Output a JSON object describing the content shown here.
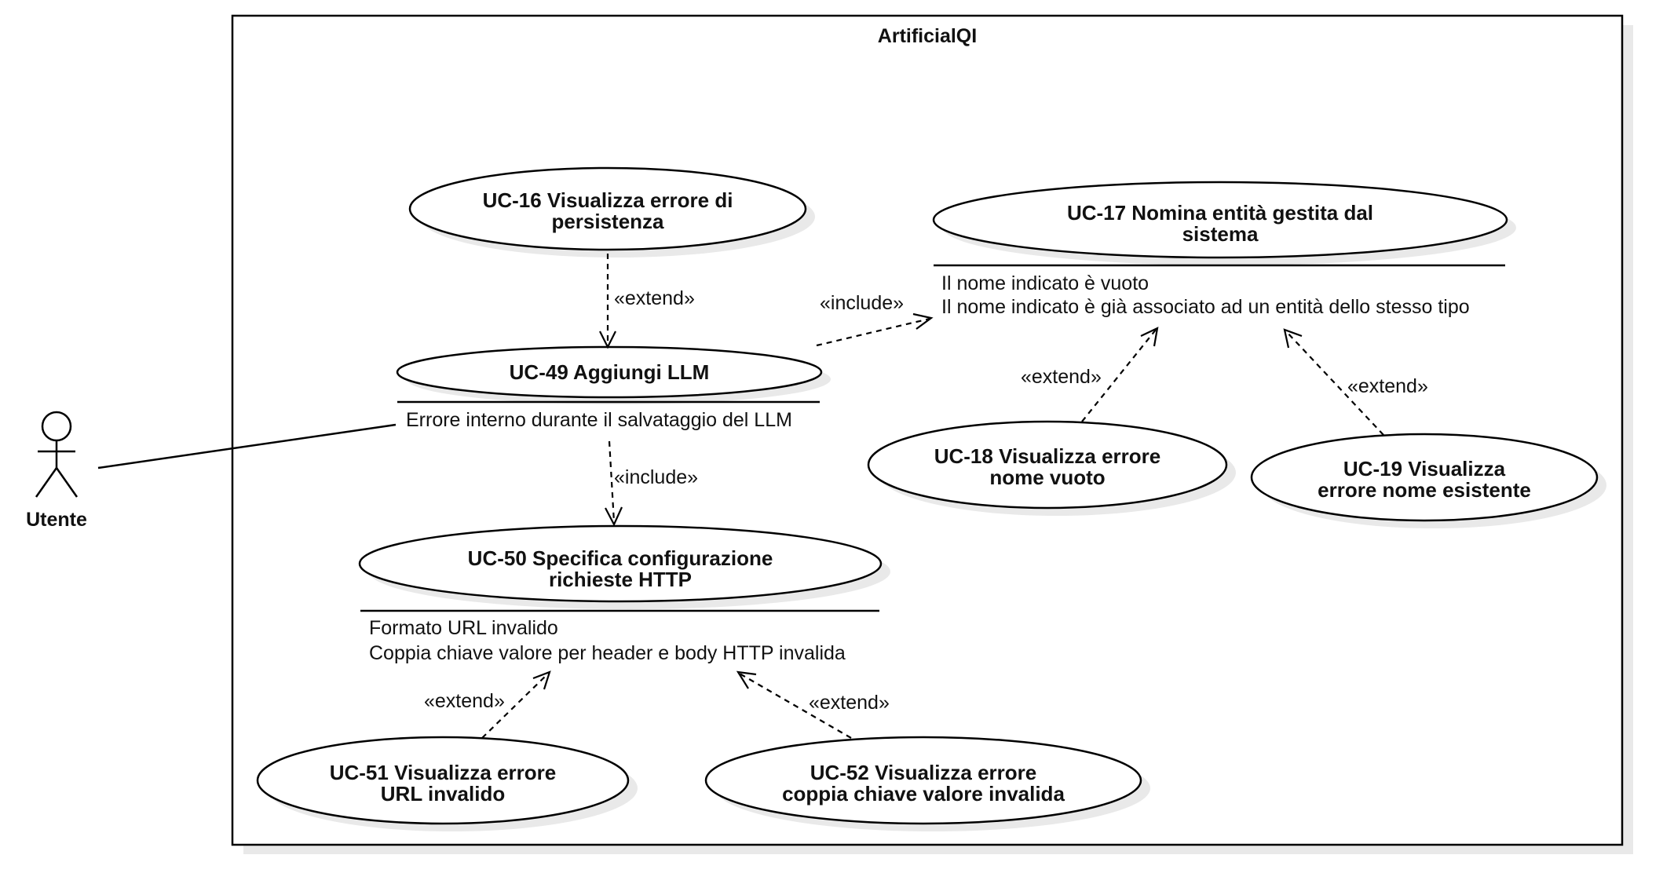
{
  "system": {
    "title": "ArtificialQI"
  },
  "actor": {
    "label": "Utente"
  },
  "use_cases": {
    "uc16": {
      "line1": "UC-16 Visualizza errore di",
      "line2": "persistenza"
    },
    "uc17": {
      "line1": "UC-17 Nomina entità gestita dal",
      "line2": "sistema",
      "ext1": "Il nome indicato è vuoto",
      "ext2": "Il nome indicato è già associato ad un entità dello stesso tipo"
    },
    "uc18": {
      "line1": "UC-18 Visualizza errore",
      "line2": "nome vuoto"
    },
    "uc19": {
      "line1": "UC-19 Visualizza",
      "line2": "errore nome esistente"
    },
    "uc49": {
      "line1": "UC-49 Aggiungi LLM",
      "ext1": "Errore interno durante il salvataggio del LLM"
    },
    "uc50": {
      "line1": "UC-50 Specifica configurazione",
      "line2": "richieste HTTP",
      "ext1": "Formato URL invalido",
      "ext2": "Coppia chiave valore per header e body HTTP invalida"
    },
    "uc51": {
      "line1": "UC-51 Visualizza errore",
      "line2": "URL invalido"
    },
    "uc52": {
      "line1": "UC-52 Visualizza errore",
      "line2": "coppia chiave valore invalida"
    }
  },
  "relations": {
    "r16_49": "«extend»",
    "r49_17": "«include»",
    "r49_50": "«include»",
    "r18_17": "«extend»",
    "r19_17": "«extend»",
    "r51_50": "«extend»",
    "r52_50": "«extend»"
  }
}
